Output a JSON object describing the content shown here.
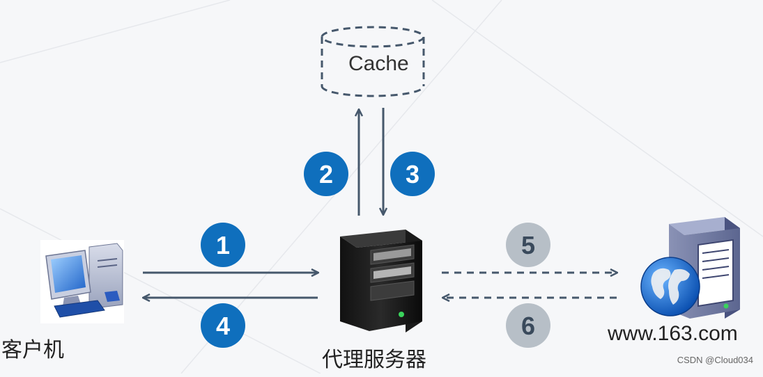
{
  "nodes": {
    "client": {
      "label": "客户机"
    },
    "proxy": {
      "label": "代理服务器"
    },
    "web_server": {
      "label": "www.163.com"
    },
    "cache": {
      "label": "Cache"
    }
  },
  "steps": [
    {
      "number": "1"
    },
    {
      "number": "2"
    },
    {
      "number": "3"
    },
    {
      "number": "4"
    },
    {
      "number": "5"
    },
    {
      "number": "6"
    }
  ],
  "colors": {
    "arrow": "#46586c",
    "badge_blue": "#0f6fbd",
    "badge_gray": "#b7bfc7"
  },
  "watermark": "CSDN @Cloud034"
}
